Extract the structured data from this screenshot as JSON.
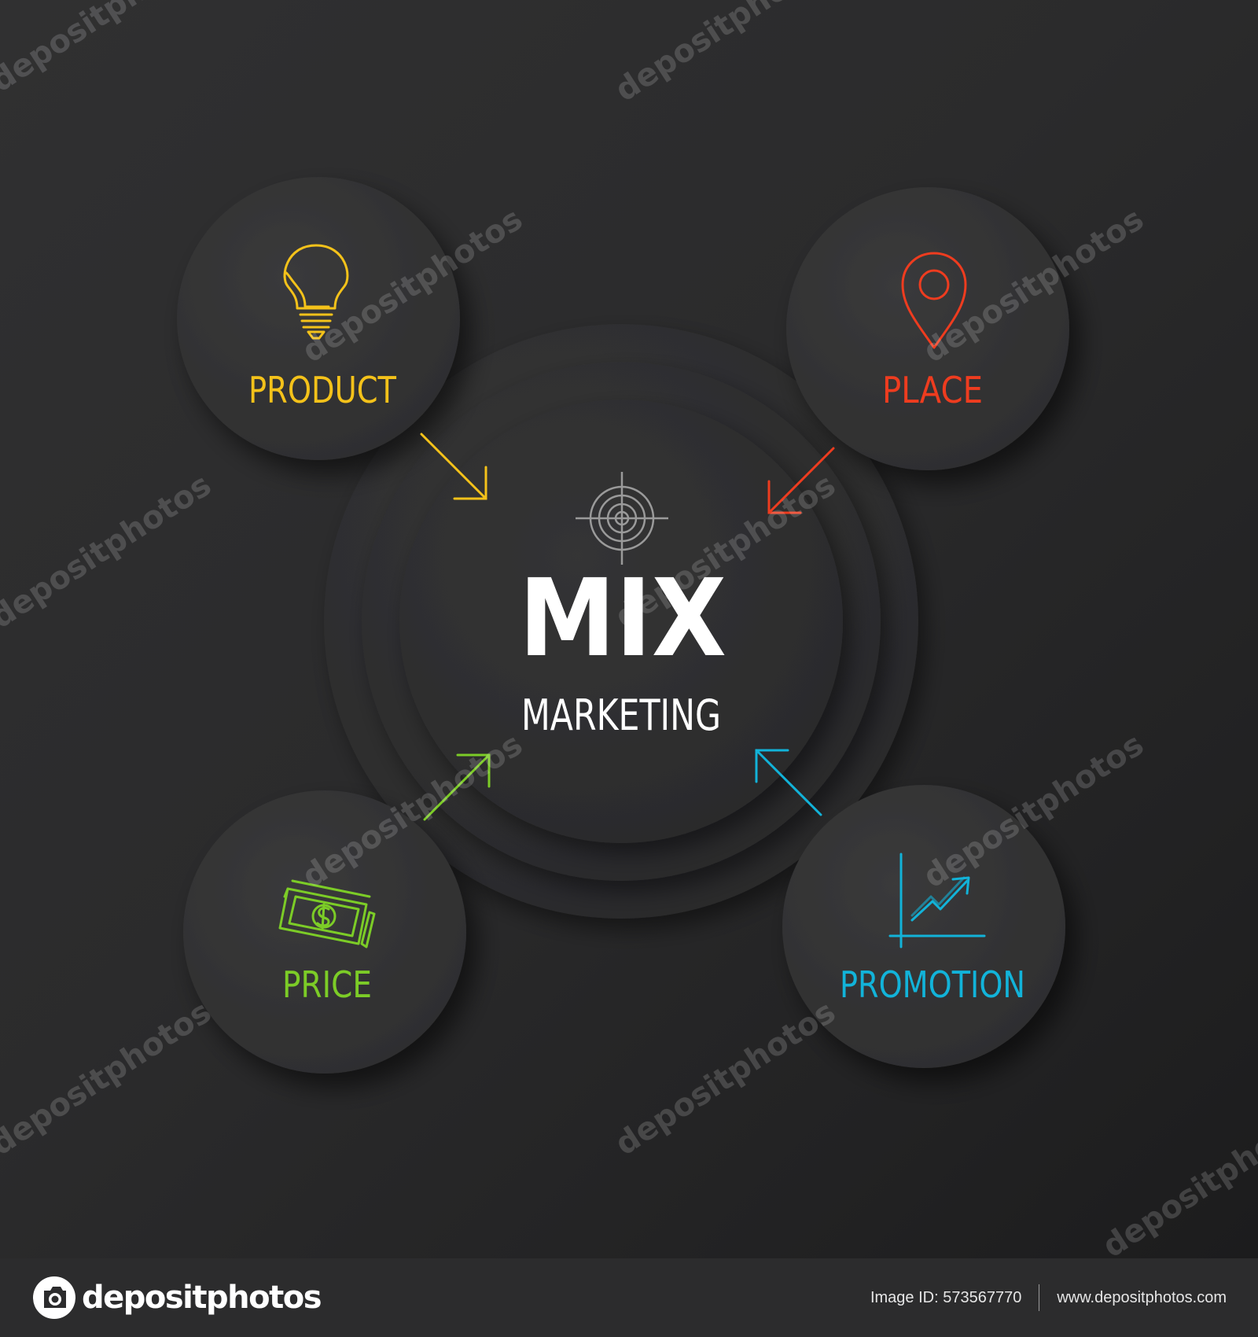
{
  "diagram": {
    "center": {
      "title": "MIX",
      "subtitle": "MARKETING",
      "icon": "target-icon"
    },
    "nodes": [
      {
        "id": "product",
        "label": "PRODUCT",
        "icon": "lightbulb-icon",
        "color": "#f4c21a"
      },
      {
        "id": "place",
        "label": "PLACE",
        "icon": "map-pin-icon",
        "color": "#ee3c1f"
      },
      {
        "id": "price",
        "label": "PRICE",
        "icon": "money-icon",
        "color": "#7ccc27"
      },
      {
        "id": "promotion",
        "label": "PROMOTION",
        "icon": "growth-chart-icon",
        "color": "#12b3d9"
      }
    ],
    "colors": {
      "background": "#2b2b2c",
      "circle_fill": "#333334",
      "center_text": "#ffffff"
    }
  },
  "watermark": {
    "text": "depositphotos"
  },
  "footer": {
    "brand": "depositphotos",
    "image_id": "Image ID: 573567770",
    "website": "www.depositphotos.com"
  }
}
